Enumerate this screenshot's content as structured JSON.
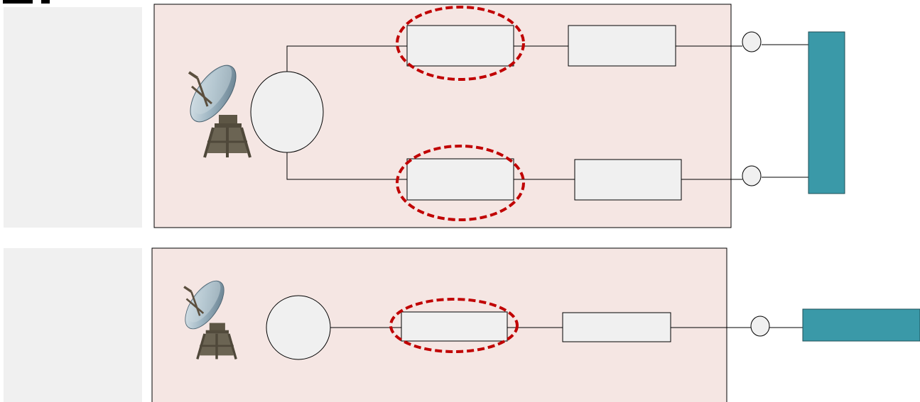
{
  "diagram": {
    "colors": {
      "panel_fill": "#f5e6e3",
      "side_panel": "#f0f0f0",
      "box_fill": "#f0f0f0",
      "line": "#000000",
      "highlight": "#c00000",
      "bus_fill": "#3a99a8"
    },
    "icons": {
      "antenna": "satellite-dish-icon"
    },
    "top_system": {
      "paths": 2,
      "highlighted_components": 2
    },
    "bottom_system": {
      "paths": 1,
      "highlighted_components": 1
    }
  }
}
